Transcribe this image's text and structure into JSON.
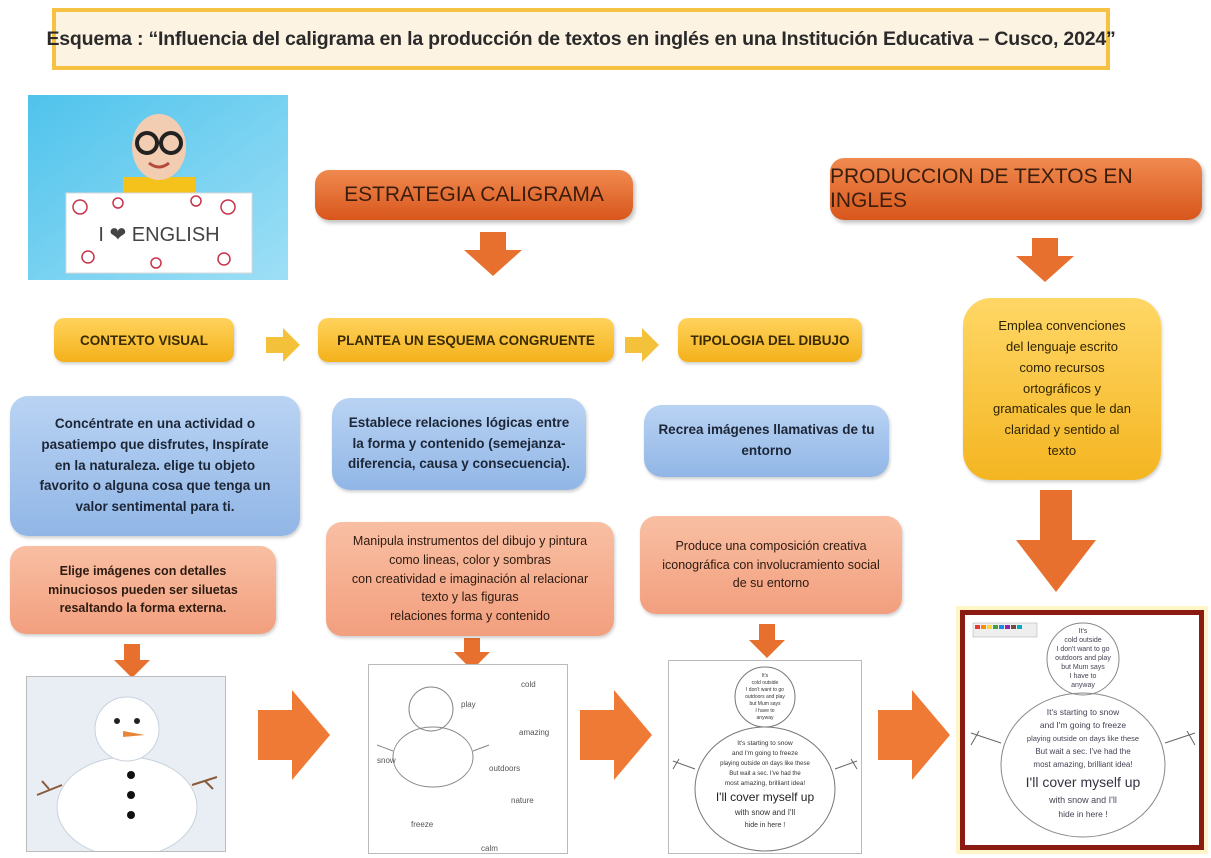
{
  "title": "Esquema : “Influencia del caligrama en la producción de textos en inglés en una Institución Educativa – Cusco, 2024”",
  "photo": {
    "sign_text": "I ❤ ENGLISH"
  },
  "heads": {
    "strategy": "ESTRATEGIA CALIGRAMA",
    "production": "PRODUCCION DE TEXTOS EN INGLES"
  },
  "steps": {
    "visual_context": "CONTEXTO VISUAL",
    "scheme": "PLANTEA  UN ESQUEMA CONGRUENTE",
    "typology": "TIPOLOGIA DEL DIBUJO"
  },
  "blue": {
    "focus": "Concéntrate en una actividad o\npasatiempo que disfrutes, Inspírate\nen la naturaleza. elige tu objeto\nfavorito o alguna cosa que tenga un\nvalor sentimental para ti.",
    "logic": "Establece relaciones lógicas entre\nla forma y contenido  (semejanza-\ndiferencia, causa y consecuencia).",
    "recreate": "Recrea imágenes llamativas de tu\nentorno"
  },
  "salmon": {
    "images": "Elige imágenes con detalles\nminuciosos  pueden ser siluetas\nresaltando la forma externa.",
    "instruments": "Manipula instrumentos del dibujo y pintura\ncomo lineas, color y sombras\ncon creatividad e imaginación al relacionar\ntexto y las figuras\nrelaciones forma y contenido",
    "compose": "Produce una composición creativa\niconográfica con involucramiento social\nde su entorno"
  },
  "production_text": "Emplea convenciones\ndel lenguaje escrito\ncomo recursos\nortográficos y\ngramaticales que le dan\nclaridad y sentido al\ntexto",
  "draft_words": [
    "cold",
    "play",
    "amazing",
    "snow",
    "outdoors",
    "nature",
    "freeze",
    "calm"
  ],
  "calligram": {
    "head_lines": [
      "It's",
      "cold outside",
      "I don't want to go",
      "outdoors and play",
      "but Mum says",
      "I have to",
      "anyway"
    ],
    "body_lines": [
      "It's starting to snow",
      "and I'm going to freeze",
      "playing outside on days like these",
      "But wait a sec. I've had the",
      "most amazing, brilliant idea!",
      "I'll cover myself up",
      "with snow and I'll",
      "hide in here !"
    ]
  },
  "colors": {
    "orange": "#e8702f",
    "yellow": "#f4b11b",
    "blue": "#a8c6ee",
    "salmon": "#f4a786",
    "frame_red": "#8b1a13"
  }
}
